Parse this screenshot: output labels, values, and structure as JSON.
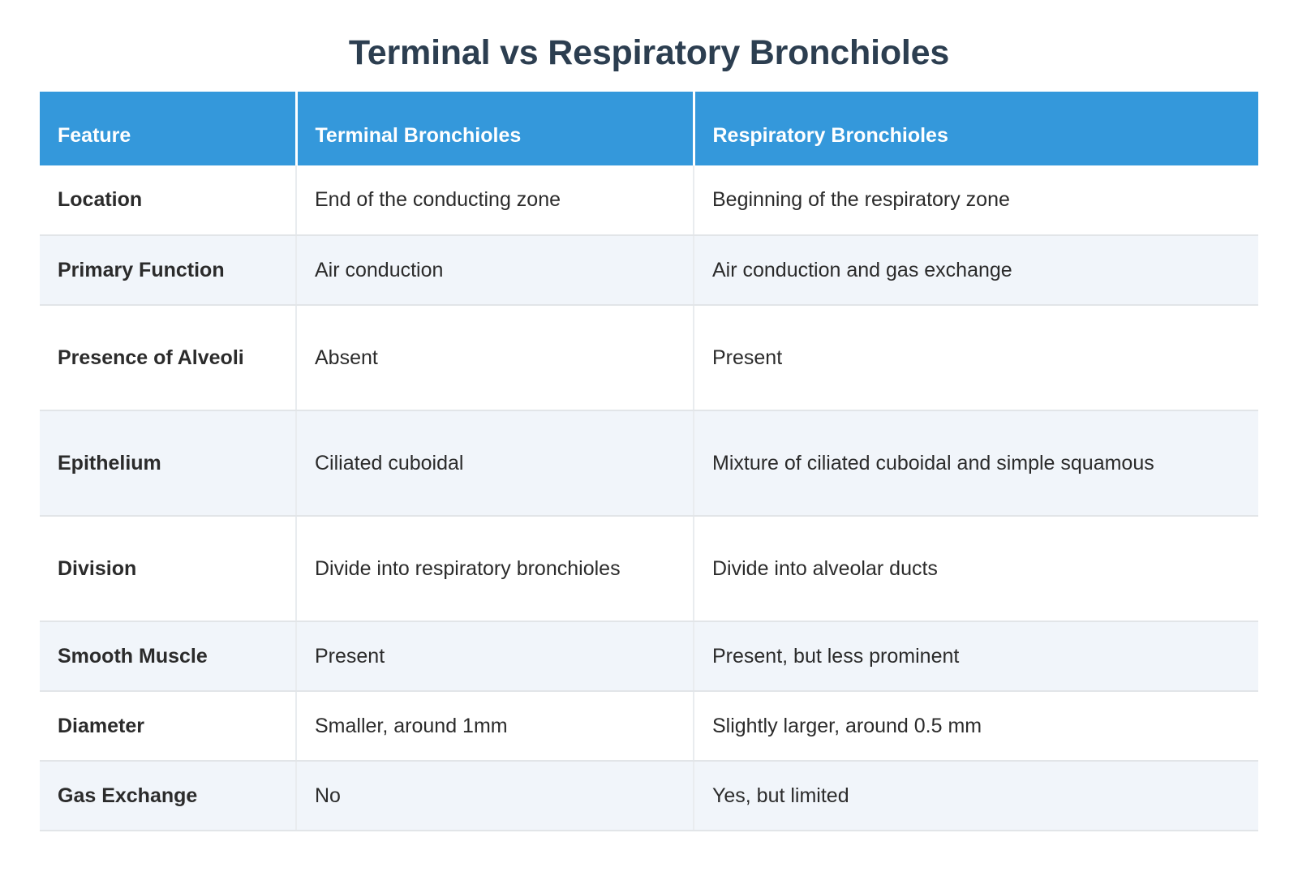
{
  "title": "Terminal vs Respiratory Bronchioles",
  "colors": {
    "title": "#2C3E50",
    "header_bg": "#3498DB",
    "header_text": "#FFFFFF",
    "row_alt_bg": "#F1F5FA",
    "row_bg": "#FFFFFF",
    "border": "#E2E5E8",
    "body_text": "#2B2B2B"
  },
  "table": {
    "headers": [
      "Feature",
      "Terminal Bronchioles",
      "Respiratory Bronchioles"
    ],
    "rows": [
      {
        "feature": "Location",
        "terminal": "End of the conducting zone",
        "respiratory": "Beginning of the respiratory zone"
      },
      {
        "feature": "Primary Function",
        "terminal": "Air conduction",
        "respiratory": "Air conduction and gas exchange"
      },
      {
        "feature": "Presence of Alveoli",
        "terminal": "Absent",
        "respiratory": "Present"
      },
      {
        "feature": "Epithelium",
        "terminal": "Ciliated cuboidal",
        "respiratory": "Mixture of ciliated cuboidal and simple squamous"
      },
      {
        "feature": "Division",
        "terminal": "Divide into respiratory bronchioles",
        "respiratory": "Divide into alveolar ducts"
      },
      {
        "feature": "Smooth Muscle",
        "terminal": "Present",
        "respiratory": "Present, but less prominent"
      },
      {
        "feature": "Diameter",
        "terminal": "Smaller, around 1mm",
        "respiratory": "Slightly larger, around 0.5 mm"
      },
      {
        "feature": "Gas Exchange",
        "terminal": "No",
        "respiratory": "Yes, but limited"
      }
    ]
  }
}
